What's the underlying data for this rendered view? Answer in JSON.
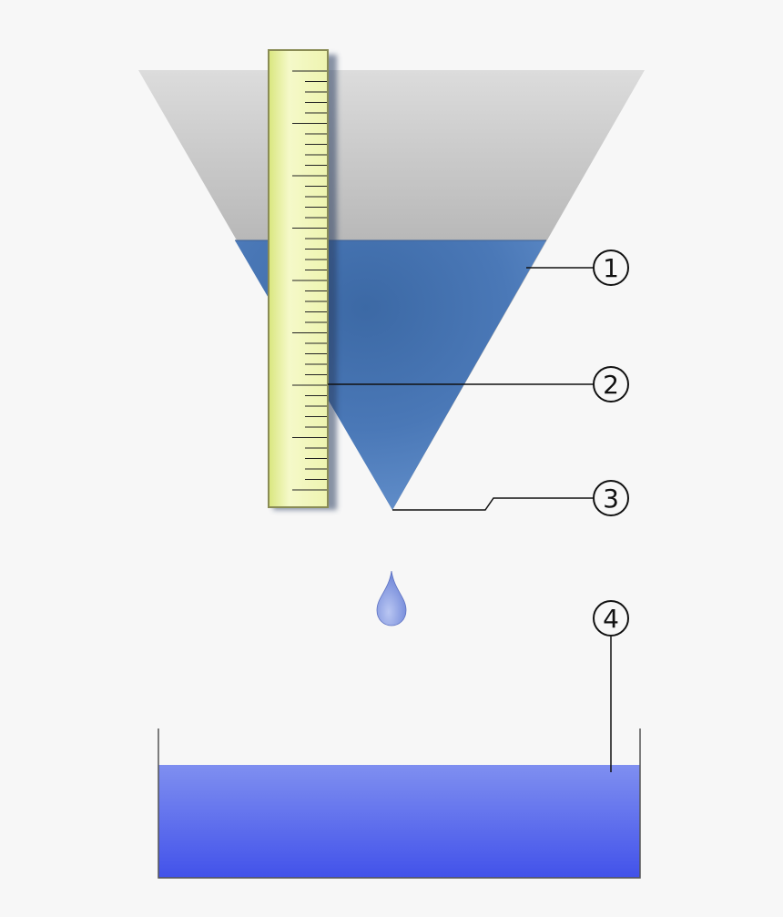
{
  "callouts": [
    {
      "number": "1"
    },
    {
      "number": "2"
    },
    {
      "number": "3"
    },
    {
      "number": "4"
    }
  ],
  "icons": {
    "funnel": "funnel-icon",
    "ruler": "ruler-icon",
    "drop": "water-drop-icon",
    "basin": "basin-icon"
  },
  "colors": {
    "background": "#f7f7f7",
    "funnel_top": "#dcdcdc",
    "funnel_dark": "#808080",
    "water_dark": "#3a6aa5",
    "water_light": "#5b8ac7",
    "ruler_fill": "#eef4b0",
    "ruler_edge": "#8a8c55",
    "basin_top": "#7d8ef0",
    "basin_bottom": "#4252ea",
    "drop": "#8fa3e6"
  }
}
